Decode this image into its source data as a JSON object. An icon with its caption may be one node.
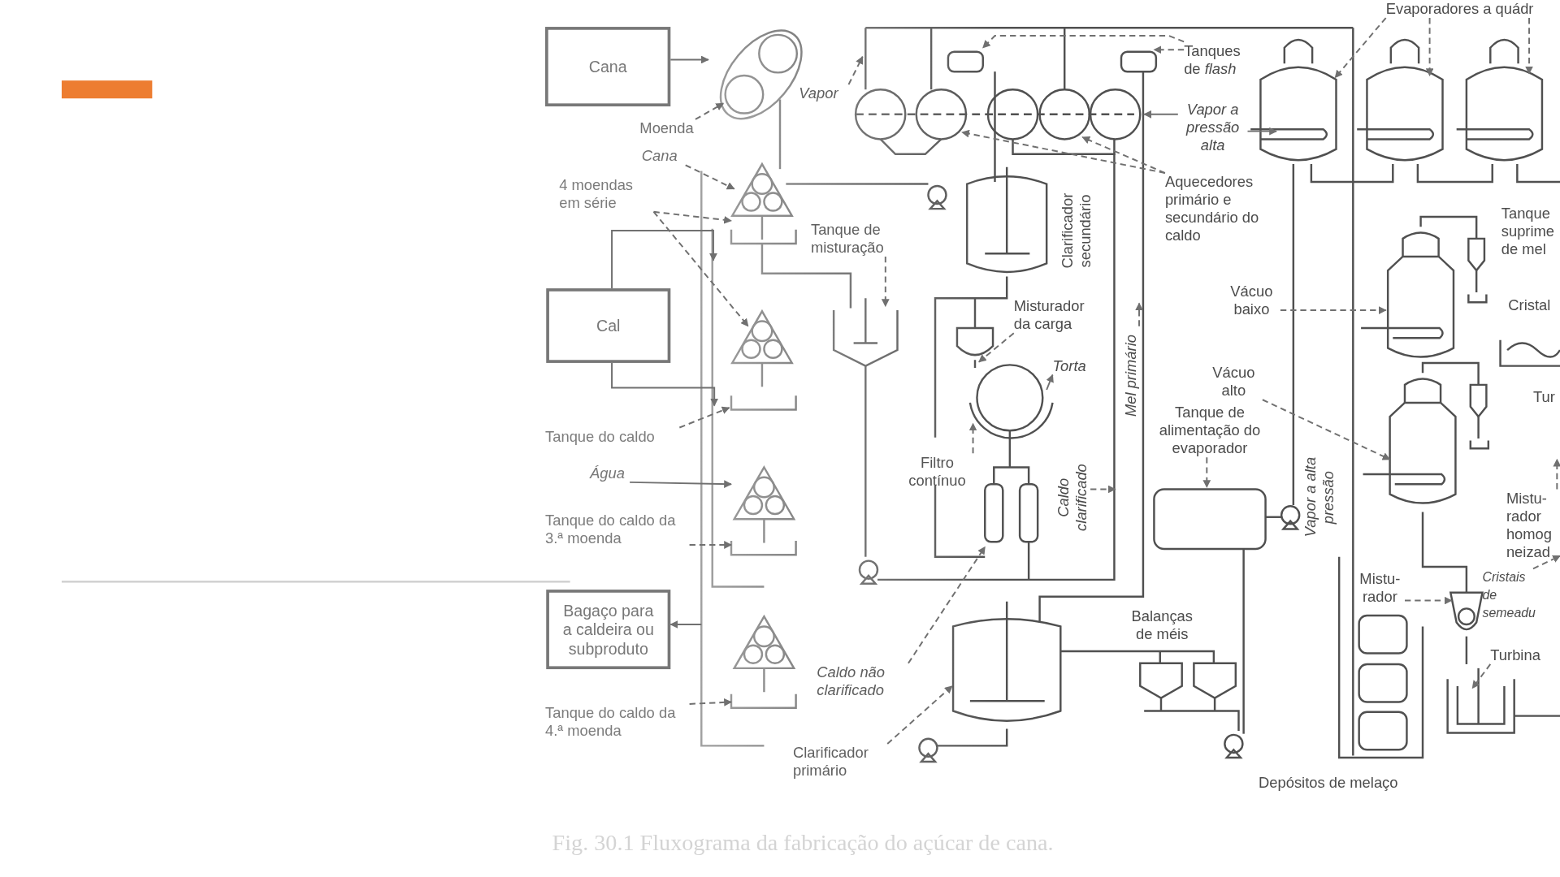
{
  "diagram": {
    "caption": "Fig. 30.1 Fluxograma da fabricação do açúcar de cana.",
    "nodes": [
      {
        "text": [
          "Cana"
        ]
      },
      {
        "text": [
          "Cal"
        ]
      },
      {
        "text": [
          "Bagaço para a caldeira ou subproduto"
        ]
      },
      {
        "text": [
          "Moenda"
        ]
      },
      {
        "text": [
          "Cana"
        ]
      },
      {
        "text": [
          "4 moendas em série"
        ]
      },
      {
        "text": [
          "Vapor"
        ]
      },
      {
        "text": [
          "Tanque de misturação"
        ]
      },
      {
        "text": [
          "Tanque do caldo"
        ]
      },
      {
        "text": [
          "Água"
        ]
      },
      {
        "text": [
          "Tanque do caldo da 3.ª moenda"
        ]
      },
      {
        "text": [
          "Tanque do caldo da 4.ª moenda"
        ]
      },
      {
        "text": [
          "Caldo não clarificado"
        ]
      },
      {
        "text": [
          "Clarificador primário"
        ]
      },
      {
        "text": [
          "Filtro contínuo"
        ]
      },
      {
        "text": [
          "Misturador da carga"
        ]
      },
      {
        "text": [
          "Torta"
        ]
      },
      {
        "text": [
          "Clarificador secundário"
        ]
      },
      {
        "text": [
          "Mel primário"
        ]
      },
      {
        "text": [
          "Caldo clarificado"
        ]
      },
      {
        "text": [
          "Tanques de *flash*"
        ]
      },
      {
        "text": [
          "Vapor a pressão alta"
        ]
      },
      {
        "text": [
          "Aquecedores primário e secundário do caldo"
        ]
      },
      {
        "text": [
          "Vácuo baixo"
        ]
      },
      {
        "text": [
          "Vácuo alto"
        ]
      },
      {
        "text": [
          "Tanque de alimentação do evaporador"
        ]
      },
      {
        "text": [
          "Balanças de méis"
        ]
      },
      {
        "text": [
          "Depósitos de melaço"
        ]
      },
      {
        "text": [
          "Vapor a alta pressão"
        ]
      },
      {
        "text": [
          "Evaporadores a quádr"
        ]
      },
      {
        "text": [
          "Tanque suprime de mel"
        ]
      },
      {
        "text": [
          "Cristal"
        ]
      },
      {
        "text": [
          "Tur"
        ]
      },
      {
        "text": [
          "Mistu- rador homog neizad"
        ]
      },
      {
        "text": [
          "Cristais de semeadu"
        ]
      },
      {
        "text": [
          "Mistu- rador"
        ]
      },
      {
        "text": [
          "Turbina"
        ]
      },
      {
        "text": [],
        "shape": "picture"
      },
      {
        "text": [],
        "shape": "picture"
      },
      {
        "text": [],
        "shape": "picture"
      }
    ],
    "edges": [
      {
        "from": 0,
        "to": 37,
        "arrow": "to"
      },
      {
        "from": 1,
        "to": null,
        "arrow": "to"
      },
      {
        "from": 1,
        "to": null,
        "arrow": "to"
      },
      {
        "from": null,
        "to": 2,
        "arrow": "to"
      },
      {
        "from": 3,
        "to": 37,
        "arrow": "to",
        "style": "dashed"
      },
      {
        "from": 4,
        "to": null,
        "arrow": "to",
        "style": "dashed"
      },
      {
        "from": 5,
        "to": null,
        "arrow": "to",
        "style": "dashed"
      },
      {
        "from": 5,
        "to": null,
        "arrow": "to",
        "style": "dashed"
      },
      {
        "from": 6,
        "to": null,
        "arrow": "to",
        "style": "dashed"
      },
      {
        "from": 7,
        "to": null,
        "arrow": "to",
        "style": "dashed"
      },
      {
        "from": 8,
        "to": null,
        "arrow": "to",
        "style": "dashed"
      },
      {
        "from": 9,
        "to": null,
        "arrow": "to"
      },
      {
        "from": 10,
        "to": null,
        "arrow": "to",
        "style": "dashed"
      },
      {
        "from": 11,
        "to": null,
        "arrow": "to",
        "style": "dashed"
      },
      {
        "from": 12,
        "to": null,
        "arrow": "to",
        "style": "dashed"
      },
      {
        "from": 13,
        "to": null,
        "arrow": "to",
        "style": "dashed"
      },
      {
        "from": 14,
        "to": null,
        "arrow": "to",
        "style": "dashed"
      },
      {
        "from": 15,
        "to": null,
        "arrow": "to",
        "style": "dashed"
      },
      {
        "from": null,
        "to": 16,
        "arrow": "to"
      },
      {
        "from": 18,
        "to": null,
        "arrow": "to",
        "style": "dashed"
      },
      {
        "from": 19,
        "to": null,
        "arrow": "to",
        "style": "dashed"
      },
      {
        "from": 20,
        "to": null,
        "arrow": "to",
        "style": "dashed"
      },
      {
        "from": 20,
        "to": null,
        "arrow": "to",
        "style": "dashed"
      },
      {
        "from": 21,
        "to": null,
        "arrow": "to"
      },
      {
        "from": 21,
        "to": null,
        "arrow": "to"
      },
      {
        "from": 22,
        "to": null,
        "arrow": "to",
        "style": "dashed"
      },
      {
        "from": 22,
        "to": null,
        "arrow": "to",
        "style": "dashed"
      },
      {
        "from": 23,
        "to": null,
        "arrow": "to",
        "style": "dashed"
      },
      {
        "from": 24,
        "to": 38,
        "arrow": "to",
        "style": "dashed"
      },
      {
        "from": 25,
        "to": null,
        "arrow": "to",
        "style": "dashed"
      },
      {
        "from": 29,
        "to": null,
        "arrow": "to",
        "style": "dashed"
      },
      {
        "from": 29,
        "to": null,
        "arrow": "to",
        "style": "dashed"
      },
      {
        "from": 29,
        "to": null,
        "arrow": "to",
        "style": "dashed"
      },
      {
        "from": 33,
        "to": null,
        "arrow": "to",
        "style": "dashed"
      },
      {
        "from": 34,
        "to": null,
        "arrow": "to",
        "style": "dashed"
      },
      {
        "from": 35,
        "to": 39,
        "arrow": "to",
        "style": "dashed"
      },
      {
        "from": 36,
        "to": null,
        "arrow": "to",
        "style": "dashed"
      }
    ]
  }
}
